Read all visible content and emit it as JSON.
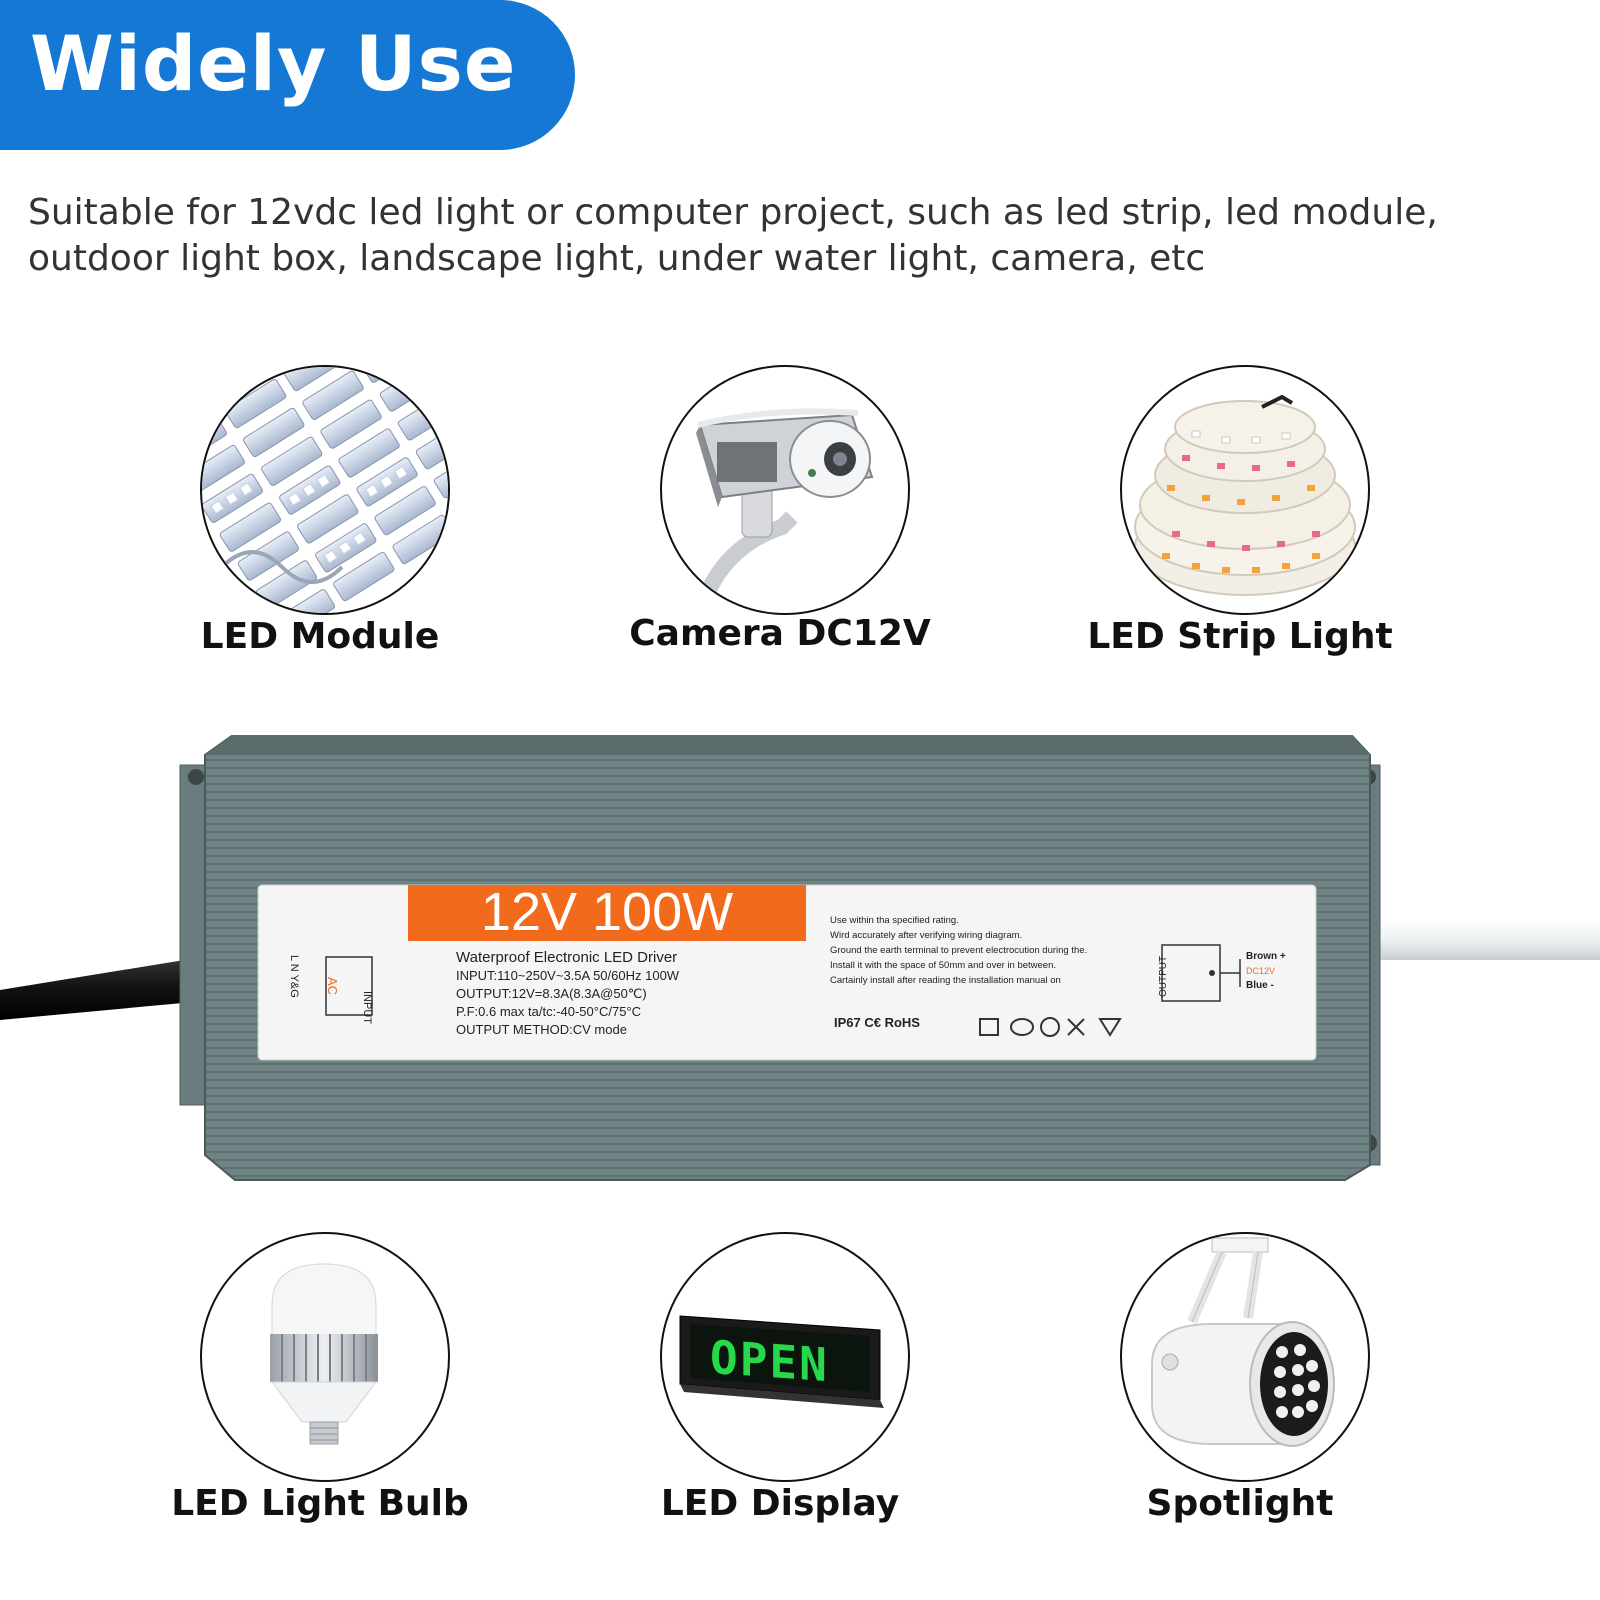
{
  "header": {
    "title": "Widely Use",
    "description": "Suitable for 12vdc led light or computer project, such as led strip, led module, outdoor light box, landscape light, under water light, camera, etc"
  },
  "applications": [
    {
      "label": "LED Module",
      "icon": "led-module-icon"
    },
    {
      "label": "Camera DC12V",
      "icon": "camera-icon"
    },
    {
      "label": "LED Strip Light",
      "icon": "led-strip-icon"
    },
    {
      "label": "LED Light Bulb",
      "icon": "light-bulb-icon"
    },
    {
      "label": "LED Display",
      "icon": "led-display-icon"
    },
    {
      "label": "Spotlight",
      "icon": "spotlight-icon"
    }
  ],
  "display_text": "OPEN",
  "product_label": {
    "headline": "12V  100W",
    "name": "Waterproof Electronic LED Driver",
    "input": "INPUT:110~250V~3.5A 50/60Hz 100W",
    "output": "OUTPUT:12V=8.3A(8.3A@50℃)",
    "pf": "P.F:0.6 max   ta/tc:-40-50°C/75°C",
    "method": "OUTPUT METHOD:CV mode",
    "instructions": [
      "Use within tha specified rating.",
      "Wird accurately after verifying wiring diagram.",
      "Ground the earth terminal to prevent electrocution during the.",
      "Install it with the space of 50mm and over in between.",
      "Cartainly install after reading the installation manual on"
    ],
    "certifications": "IP67  C€ RoHS",
    "input_tag": "INPUT",
    "ac": "AC",
    "terminals": "L  N  Y&G",
    "output_tag": "OUTPUT",
    "brown": "Brown +",
    "dc": "DC12V",
    "blue": "Blue  -"
  },
  "colors": {
    "banner": "#1478d4",
    "label_orange": "#f26b1d",
    "housing": "#6b7d7e"
  }
}
